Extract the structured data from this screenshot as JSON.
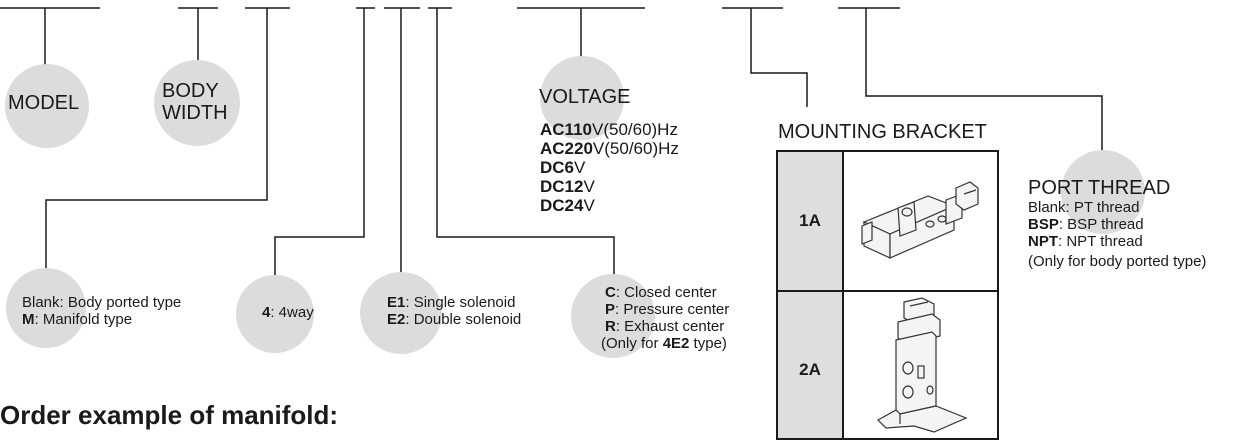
{
  "model": {
    "label": "MODEL"
  },
  "body_width": {
    "line1": "BODY",
    "line2": "WIDTH"
  },
  "voltage": {
    "label": "VOLTAGE",
    "options": [
      {
        "code": "AC110",
        "rest": "V(50/60)Hz"
      },
      {
        "code": "AC220",
        "rest": "V(50/60)Hz"
      },
      {
        "code": "DC6",
        "rest": "V"
      },
      {
        "code": "DC12",
        "rest": "V"
      },
      {
        "code": "DC24",
        "rest": "V"
      }
    ]
  },
  "mounting": {
    "label": "MOUNTING BRACKET",
    "rows": [
      {
        "code": "1A"
      },
      {
        "code": "2A"
      }
    ]
  },
  "port_thread": {
    "label": "PORT THREAD",
    "blank": "Blank: PT thread",
    "bsp_code": "BSP",
    "bsp_text": ": BSP thread",
    "npt_code": "NPT",
    "npt_text": ": NPT thread",
    "note": "(Only for body ported type)"
  },
  "body_type": {
    "blank": "Blank: Body ported type",
    "m_code": "M",
    "m_text": ": Manifold type"
  },
  "way": {
    "code": "4",
    "text": ": 4way"
  },
  "solenoid": {
    "e1_code": "E1",
    "e1_text": ": Single solenoid",
    "e2_code": "E2",
    "e2_text": ": Double solenoid"
  },
  "center": {
    "c_code": "C",
    "c_text": ": Closed center",
    "p_code": "P",
    "p_text": ": Pressure center",
    "r_code": "R",
    "r_text": ": Exhaust center",
    "note_pre": "(Only for ",
    "note_code": "4E2",
    "note_post": " type)"
  },
  "heading": "Order example of manifold:"
}
